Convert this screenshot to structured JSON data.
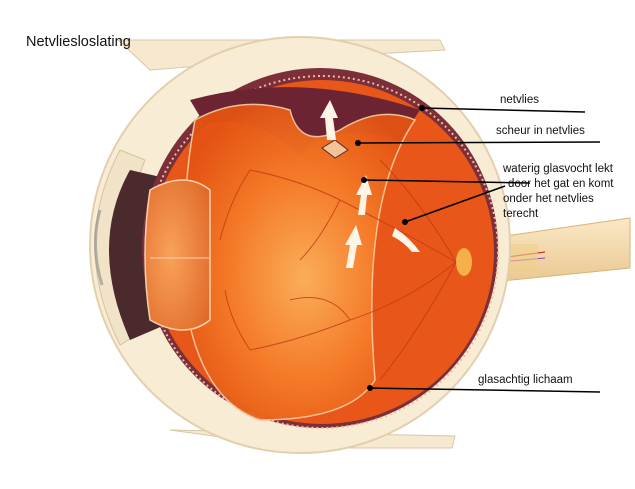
{
  "title": "Netvliesloslating",
  "labels": {
    "retina": "netvlies",
    "tear": "scheur in netvlies",
    "fluid_line1": "waterig glasvocht lekt",
    "fluid_line2": "door het gat en komt",
    "fluid_line3": "onder het netvlies",
    "fluid_line4": "terecht",
    "vitreous": "glasachtig lichaam"
  },
  "colors": {
    "sclera": "#f7ecd6",
    "retina_detached": "#ef6a1e",
    "choroid_dark": "#6e2a36",
    "vitreous_glow": "#f9a24a",
    "optic_nerve": "#f3d6a4",
    "leader_line": "#000000"
  }
}
